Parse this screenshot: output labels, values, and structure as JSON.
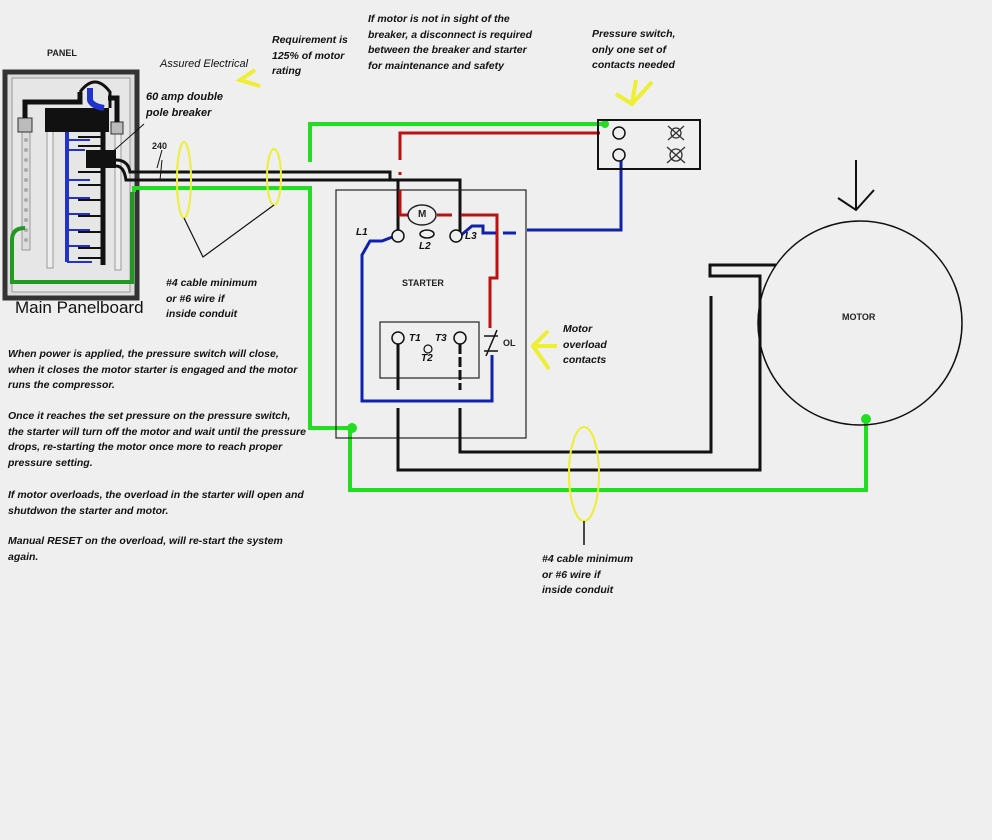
{
  "panel": {
    "title": "PANEL",
    "brand": "Assured Electrical",
    "breaker_label": "60 amp double\npole breaker",
    "voltage": "240",
    "name": "Main Panelboard"
  },
  "notes": {
    "requirement": "Requirement is\n125% of motor\nrating",
    "disconnect": "If motor is not in sight of the\nbreaker, a disconnect is required\nbetween the breaker and starter\nfor maintenance and safety",
    "pressure_switch": "Pressure switch,\nonly one set of\ncontacts needed",
    "cable_top": "#4 cable minimum\nor #6 wire if\ninside conduit",
    "cable_bottom": "#4 cable minimum\nor #6 wire if\ninside conduit",
    "overload": "Motor\noverload\ncontacts"
  },
  "starter": {
    "title": "STARTER",
    "coil": "M",
    "terminals": {
      "l1": "L1",
      "l2": "L2",
      "l3": "L3",
      "t1": "T1",
      "t2": "T2",
      "t3": "T3"
    },
    "overload": "OL"
  },
  "motor": {
    "label": "MOTOR"
  },
  "description": [
    "When power is applied, the pressure switch will close, when it closes the motor starter is engaged and the motor runs the compressor.",
    "Once it reaches the set pressure on the pressure switch, the starter will turn off the motor and wait until the pressure drops, re-starting the motor once more to reach proper pressure setting.",
    "If motor overloads, the overload in the starter will open and shutdwon the starter and motor.",
    "Manual RESET on the overload, will re-start the system again."
  ],
  "colors": {
    "ground": "#22dd22",
    "line": "#111111",
    "control_red": "#bb1111",
    "control_blue": "#1122aa",
    "highlight": "#eeee33",
    "background": "#efefef"
  }
}
